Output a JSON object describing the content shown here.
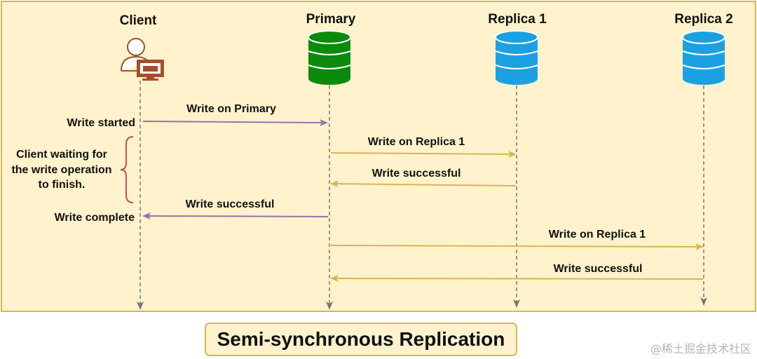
{
  "title": "Semi-synchronous Replication",
  "watermark": "@稀土掘金技术社区",
  "participants": {
    "client": "Client",
    "primary": "Primary",
    "replica1": "Replica 1",
    "replica2": "Replica 2"
  },
  "messages": {
    "write_on_primary": "Write on Primary",
    "write_on_replica1": "Write on Replica 1",
    "write_successful_r1": "Write successful",
    "write_successful_primary": "Write successful",
    "write_on_replica1_second": "Write on Replica 1",
    "write_successful_r2": "Write successful"
  },
  "annotations": {
    "write_started": "Write started",
    "waiting_line1": "Client waiting for",
    "waiting_line2": "the write operation",
    "waiting_line3": "to finish.",
    "write_complete": "Write complete"
  },
  "colors": {
    "frame_fill": "#fff2cc",
    "frame_border": "#d6b656",
    "client_arrow": "#9673a6",
    "replica_arrow": "#d6b656",
    "primary_db": "#0c8a0c",
    "replica_db": "#1ba1e2",
    "client_icon": "#a0522d",
    "brace": "#b85450"
  }
}
